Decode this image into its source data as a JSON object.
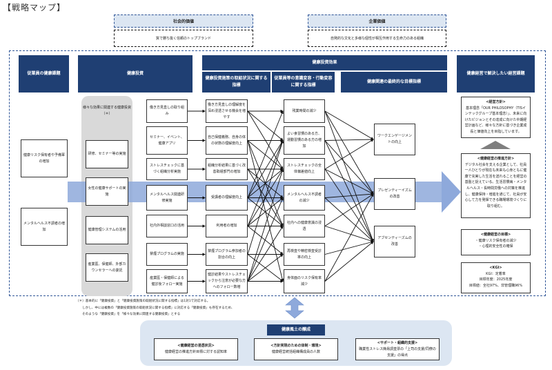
{
  "title": "【戦略マップ】",
  "social_value": {
    "header": "社会的価値",
    "body": "質で勝ち抜く信頼のトップブランド"
  },
  "corporate_value": {
    "header": "企業価値",
    "body": "自発的な文化と多様な個性が相互作用する生命力のある組織"
  },
  "column_headers": {
    "employee_issues": "従業員の健康課題",
    "health_investment": "健康投資",
    "investment_effect": "健康投資効果",
    "indicator_initiatives": "健康投資施策の取組状況に関する指標",
    "indicator_behavior": "従業員等の意識変容・行動変容に関する指標",
    "indicator_final": "健康関連の最終的な目標指標",
    "management_issues": "健康経営で解決したい経営課題"
  },
  "employee_issues": [
    "健康リスク保有者や予備軍の増加",
    "メンタルヘルス不調者の増加"
  ],
  "multi_investment": {
    "label": "様々な効果に関連する健康投資（＊）",
    "items": [
      "研修、セミナー等の実施",
      "女性の健康サポートの実施",
      "健康管理システムの活用",
      "産業医、保健師、外部カウンセラーへの委託"
    ]
  },
  "investments": [
    "働き方見直しの取り組み",
    "セミナー、イベント、健康アプリ",
    "ストレスチェックに基づく組織分析実施",
    "メンタルヘルス関連研修実施",
    "社内外相談窓口の活用",
    "禁煙プログラムの実施",
    "産業医・保健師による健診後フォロー実施"
  ],
  "initiative_indicators": [
    "働き方見直しの理解度を深め浸透させる機会を増やす",
    "自己保健義務、自身の体の状態の理解度向上",
    "組織分析結果に基づく改善取組部門の増加",
    "受講者の理解度向上",
    "利用者の増加",
    "禁煙プログラム参加者の割合の向上",
    "健診結果やストレスチェックから注意が必要な方へのフォロー数増"
  ],
  "behavior_indicators": [
    "残業時間の減少",
    "よい食習慣のある方、運動習慣のある方の増加",
    "ストレスチェックの全体偏差値向上",
    "メンタルヘルス不調者の減少",
    "社内への健康意識の浸透",
    "再検査や精密検査受診率の向上",
    "身体面のリスク保有率減少"
  ],
  "final_indicators": [
    "ワークエンゲージメントの向上",
    "プレゼンティーイズムの改善",
    "アブセンティーズムの改善"
  ],
  "management": {
    "policy": {
      "header": "<経営方針>",
      "body": "基本理念「OUR PHILOSOPHY（TISインテックグループ基本理念）」、未来に向けたビジョンとその達成に向けた中期経営計画など、様々な方針に基づき企業成長と価値向上を目指しています。"
    },
    "promotion": {
      "header": "<健康経営の推進方針>",
      "body": "デジタル社会を支える企業として、社員一人ひとりが現在も未来も心身ともに健康で充実した生活を送れることを経営の基盤と捉えている。生活習慣病・メンタルヘルス・長時間労働への対策を推進し、健康保持・増進を通じて、社員が安心して力を発揮できる職場環境づくりに取り組む。"
    },
    "goals": {
      "header": "<健康経営の目標>",
      "items": [
        "・健康リスク保有者の減少",
        "・心理的安全性の確保"
      ]
    },
    "kgi": {
      "header": "<KGI>",
      "lines": [
        "KGI：定着率",
        "目標年度：2025年度",
        "目標値：全社97%、非管理職96%"
      ]
    }
  },
  "footnote": [
    "（＊）基本的に「健康投資」と「健康投資施策の取組状況に関する指標」は1対1で対応する。",
    "しかし、中には複数の「健康投資施策の取組状況に関する指標」に対応する「健康投資」も存在するため、",
    "そのような「健康投資」を「様々な効果に関連する健康投資」とする"
  ],
  "culture": {
    "header": "健康風土の醸成",
    "items": [
      {
        "header": "<健康経営の浸透状況>",
        "body": "健康経営の推進方針目標に対する認知率"
      },
      {
        "header": "<方針実現のための体制・環境>",
        "body": "健康経営統括組織構成員の人数"
      },
      {
        "header": "<サポート・組織的支援>",
        "body": "職業性ストレス簡易調査票の「上司の支援/同僚の支援」の得点"
      }
    ]
  },
  "colors": {
    "navy": "#1f3f73",
    "light_blue": "#dce6f2",
    "band_blue": "#8ea9db",
    "gray_pill": "#d9d9d9"
  }
}
